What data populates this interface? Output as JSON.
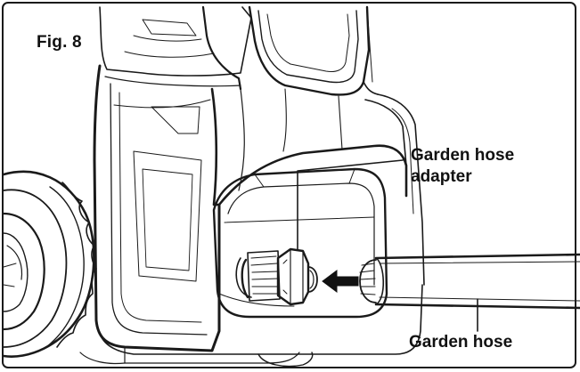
{
  "figure": {
    "label": "Fig. 8",
    "callouts": {
      "adapter_line1": "Garden hose",
      "adapter_line2": "adapter",
      "hose": "Garden hose"
    }
  },
  "colors": {
    "ink": "#1a1a1a",
    "background": "#ffffff"
  }
}
